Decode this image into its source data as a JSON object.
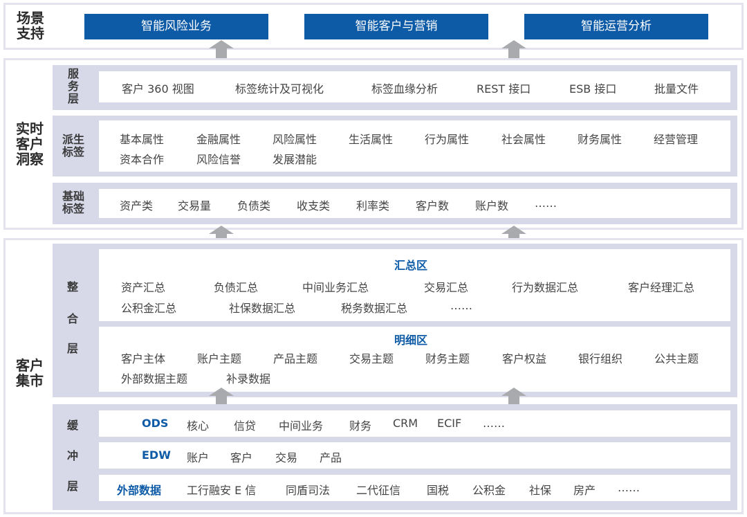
{
  "scene": {
    "label": "场景\n支持",
    "buttons": [
      "智能风险业务",
      "智能客户与营销",
      "智能运营分析"
    ]
  },
  "insight": {
    "label": "实时\n客户\n洞察",
    "service": {
      "label": "服\n务\n层",
      "items": [
        "客户 360 视图",
        "标签统计及可视化",
        "标签血缘分析",
        "REST 接口",
        "ESB 接口",
        "批量文件"
      ]
    },
    "derived": {
      "label": "派生\n标签",
      "line1": [
        "基本属性",
        "金融属性",
        "风险属性",
        "生活属性",
        "行为属性",
        "社会属性",
        "财务属性",
        "经营管理"
      ],
      "line2": [
        "资本合作",
        "风险信誉",
        "发展潜能"
      ]
    },
    "basic": {
      "label": "基础\n标签",
      "items": [
        "资产类",
        "交易量",
        "负债类",
        "收支类",
        "利率类",
        "客户数",
        "账户数",
        "……"
      ]
    }
  },
  "mart": {
    "label": "客户\n集市",
    "integration": {
      "label_chars": [
        "整",
        "合",
        "层"
      ],
      "summary": {
        "title": "汇总区",
        "line1": [
          "资产汇总",
          "负债汇总",
          "中间业务汇总",
          "交易汇总",
          "行为数据汇总",
          "客户经理汇总"
        ],
        "line2": [
          "公积金汇总",
          "社保数据汇总",
          "税务数据汇总",
          "……"
        ]
      },
      "detail": {
        "title": "明细区",
        "line1": [
          "客户主体",
          "账户主题",
          "产品主题",
          "交易主题",
          "财务主题",
          "客户权益",
          "银行组织",
          "公共主题"
        ],
        "line2": [
          "外部数据主题",
          "补录数据"
        ]
      }
    },
    "buffer": {
      "label_chars": [
        "缓",
        "冲",
        "层"
      ],
      "ods": {
        "tag": "ODS",
        "items": [
          "核心",
          "信贷",
          "中间业务",
          "财务",
          "CRM",
          "ECIF",
          "……"
        ]
      },
      "edw": {
        "tag": "EDW",
        "items": [
          "账户",
          "客户",
          "交易",
          "产品"
        ]
      },
      "external": {
        "tag": "外部数据",
        "items": [
          "工行融安 E 信",
          "同盾司法",
          "二代征信",
          "国税",
          "公积金",
          "社保",
          "房产",
          "……"
        ]
      }
    }
  },
  "colors": {
    "accent": "#0d5aa7",
    "band": "#d7d9e9",
    "frame": "#e2e3ec",
    "arrow": "#a9aaad"
  }
}
